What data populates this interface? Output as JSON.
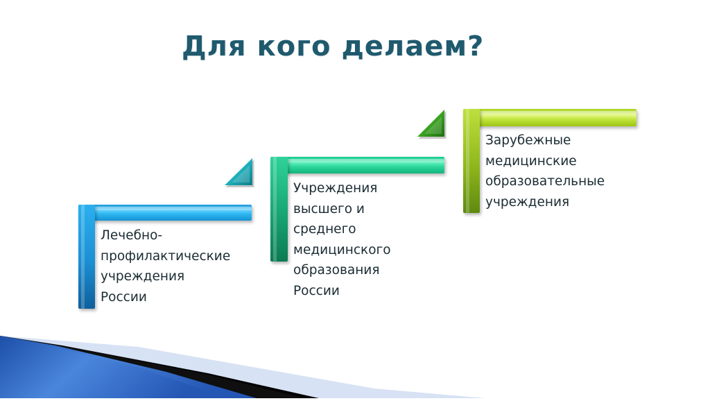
{
  "slide": {
    "title": "Для кого делаем?",
    "title_color": "#1f5a6e",
    "steps": [
      {
        "color": "#1e9ad8",
        "lines": [
          "Лечебно-",
          "профилактические",
          "учреждения",
          "России"
        ]
      },
      {
        "color": "#15c78c",
        "lines": [
          "Учреждения",
          "высшего и",
          "среднего",
          "медицинского",
          "образования",
          "России"
        ]
      },
      {
        "color": "#a6d11a",
        "lines": [
          "Зарубежные",
          "медицинские",
          "образовательные",
          "учреждения"
        ]
      }
    ],
    "arrows": [
      {
        "icon": "triangle-up-right-icon",
        "color": "#1aa8b8"
      },
      {
        "icon": "triangle-up-right-icon",
        "color": "#3a9c1a"
      }
    ],
    "footer_colors": {
      "wave": "#2a64c4",
      "shadow": "#000000",
      "highlight": "#cfdcf2"
    }
  }
}
